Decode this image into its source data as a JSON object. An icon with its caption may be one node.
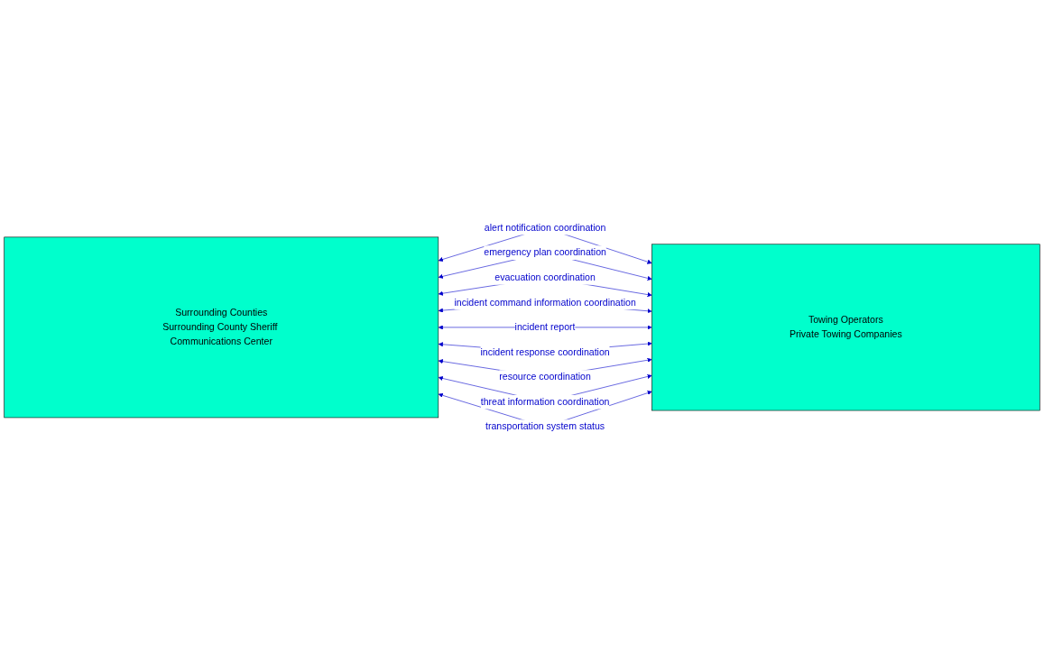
{
  "diagram": {
    "nodes": [
      {
        "text": [
          "Surrounding Counties",
          "Surrounding County Sheriff Communications Center"
        ]
      },
      {
        "text": [
          "Towing Operators",
          "Private Towing Companies"
        ]
      }
    ],
    "edges": [
      {
        "from": 0,
        "to": 1,
        "arrow": "both",
        "label": "alert notification coordination"
      },
      {
        "from": 0,
        "to": 1,
        "arrow": "both",
        "label": "emergency plan coordination"
      },
      {
        "from": 0,
        "to": 1,
        "arrow": "both",
        "label": "evacuation coordination"
      },
      {
        "from": 0,
        "to": 1,
        "arrow": "both",
        "label": "incident command information coordination"
      },
      {
        "from": 0,
        "to": 1,
        "arrow": "both",
        "label": "incident report"
      },
      {
        "from": 0,
        "to": 1,
        "arrow": "both",
        "label": "incident response coordination"
      },
      {
        "from": 0,
        "to": 1,
        "arrow": "both",
        "label": "resource coordination"
      },
      {
        "from": 0,
        "to": 1,
        "arrow": "both",
        "label": "threat information coordination"
      },
      {
        "from": 0,
        "to": 1,
        "arrow": "both",
        "label": "transportation system status"
      }
    ]
  }
}
